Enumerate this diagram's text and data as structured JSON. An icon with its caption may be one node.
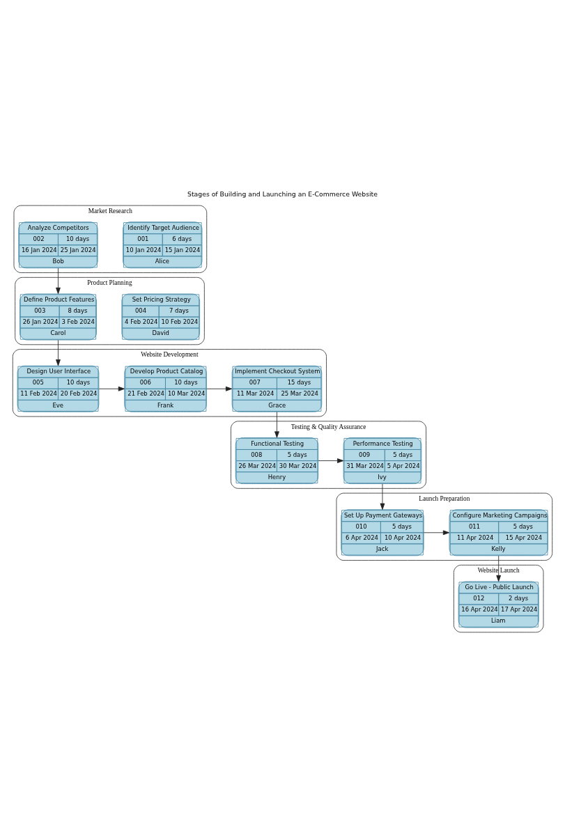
{
  "diagram": {
    "title": "Stages of Building and Launching an E-Commerce Website",
    "nodes": [
      {
        "text": [
          "Market Research"
        ]
      },
      {
        "text": [
          "Identify Target Audience",
          "001",
          "6 days",
          "10 Jan 2024",
          "15 Jan 2024",
          "Alice"
        ],
        "in": 0
      },
      {
        "text": [
          "Analyze Competitors",
          "002",
          "10 days",
          "16 Jan 2024",
          "25 Jan 2024",
          "Bob"
        ],
        "in": 0
      },
      {
        "text": [
          "Product Planning"
        ]
      },
      {
        "text": [
          "Set Pricing Strategy",
          "004",
          "7 days",
          "4 Feb 2024",
          "10 Feb 2024",
          "David"
        ],
        "in": 3
      },
      {
        "text": [
          "Define Product Features",
          "003",
          "8 days",
          "26 Jan 2024",
          "3 Feb 2024",
          "Carol"
        ],
        "in": 3
      },
      {
        "text": [
          "Website Development"
        ]
      },
      {
        "text": [
          "Design User Interface",
          "005",
          "10 days",
          "11 Feb 2024",
          "20 Feb 2024",
          "Eve"
        ],
        "in": 6
      },
      {
        "text": [
          "Develop Product Catalog",
          "006",
          "10 days",
          "21 Feb 2024",
          "10 Mar 2024",
          "Frank"
        ],
        "in": 6
      },
      {
        "text": [
          "Implement Checkout System",
          "007",
          "15 days",
          "11 Mar 2024",
          "25 Mar 2024",
          "Grace"
        ],
        "in": 6
      },
      {
        "text": [
          "Testing & Quality Assurance"
        ]
      },
      {
        "text": [
          "Functional Testing",
          "008",
          "5 days",
          "26 Mar 2024",
          "30 Mar 2024",
          "Henry"
        ],
        "in": 10
      },
      {
        "text": [
          "Performance Testing",
          "009",
          "5 days",
          "31 Mar 2024",
          "5 Apr 2024",
          "Ivy"
        ],
        "in": 10
      },
      {
        "text": [
          "Launch Preparation"
        ]
      },
      {
        "text": [
          "Set Up Payment Gateways",
          "010",
          "5 days",
          "6 Apr 2024",
          "10 Apr 2024",
          "Jack"
        ],
        "in": 13
      },
      {
        "text": [
          "Configure Marketing Campaigns",
          "011",
          "5 days",
          "11 Apr 2024",
          "15 Apr 2024",
          "Kelly"
        ],
        "in": 13
      },
      {
        "text": [
          "Website Launch"
        ]
      },
      {
        "text": [
          "Go Live - Public Launch",
          "012",
          "2 days",
          "16 Apr 2024",
          "17 Apr 2024",
          "Liam"
        ],
        "in": 16
      }
    ],
    "edges": [
      {
        "from": 2,
        "to": 5,
        "arrow": "to"
      },
      {
        "from": 5,
        "to": 7,
        "arrow": "to"
      },
      {
        "from": 7,
        "to": 8,
        "arrow": "to"
      },
      {
        "from": 8,
        "to": 9,
        "arrow": "to"
      },
      {
        "from": 9,
        "to": 11,
        "arrow": "to"
      },
      {
        "from": 11,
        "to": 12,
        "arrow": "to"
      },
      {
        "from": 12,
        "to": 14,
        "arrow": "to"
      },
      {
        "from": 14,
        "to": 15,
        "arrow": "to"
      },
      {
        "from": 15,
        "to": 17,
        "arrow": "to"
      }
    ]
  }
}
